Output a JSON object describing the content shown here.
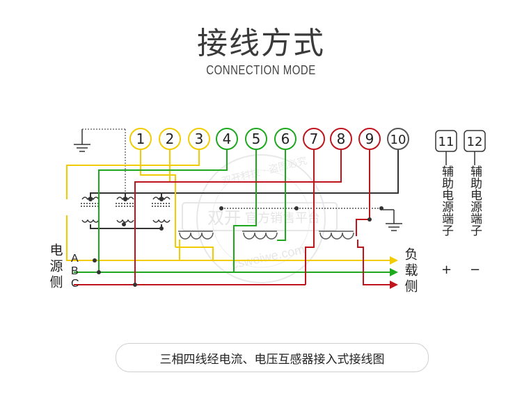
{
  "title": "接线方式",
  "subtitle": "CONNECTION MODE",
  "caption": "三相四线经电流、电压互感器接入式接线图",
  "source_side": "电源侧",
  "load_side": "负载侧",
  "phases": [
    "A",
    "B",
    "C"
  ],
  "terminals": [
    "1",
    "2",
    "3",
    "4",
    "5",
    "6",
    "7",
    "8",
    "9",
    "10"
  ],
  "aux_terminals": [
    {
      "number": "11",
      "label": "辅助电源端子",
      "sign": "+"
    },
    {
      "number": "12",
      "label": "辅助电源端子",
      "sign": "−"
    }
  ],
  "watermark": {
    "brand": "双开",
    "text": "官方销售平台",
    "url": "csweiwe.com",
    "ring": "双开科技 · 盗图必究"
  },
  "colors": {
    "phase_a": "#f2cc00",
    "phase_b": "#1da81d",
    "phase_c": "#c0141c",
    "neutral": "#333333",
    "terminal_10": "#555555"
  }
}
